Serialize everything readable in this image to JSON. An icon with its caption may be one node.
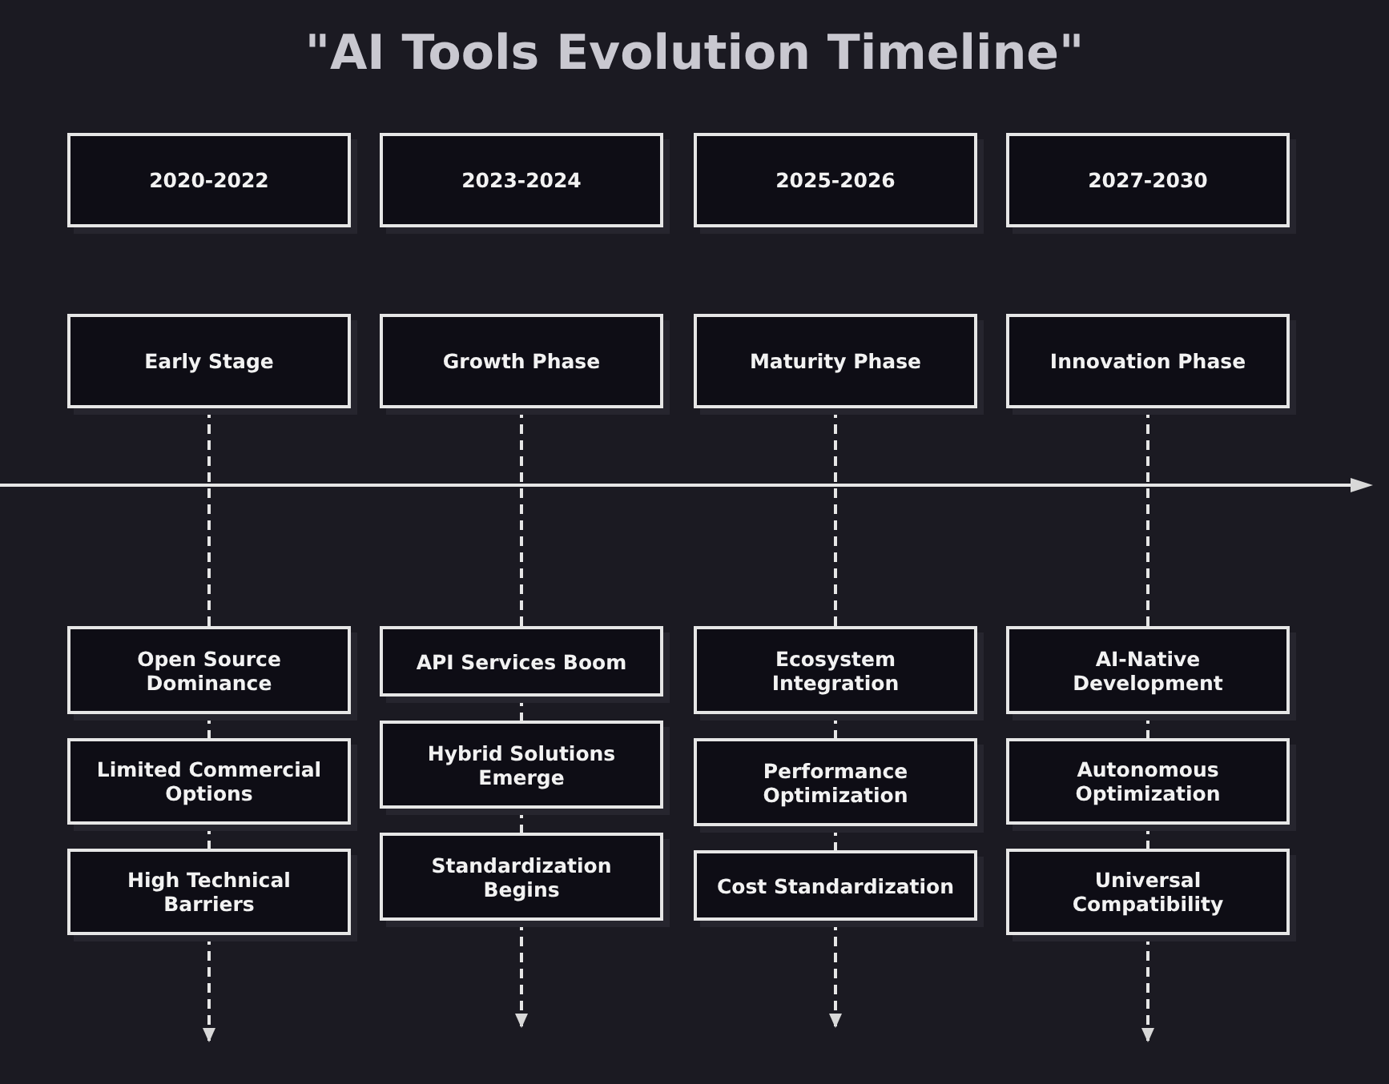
{
  "diagram": {
    "title": "\"AI Tools Evolution Timeline\"",
    "nodes": [
      {
        "text": [
          "2020-2022"
        ]
      },
      {
        "text": [
          "2023-2024"
        ]
      },
      {
        "text": [
          "2025-2026"
        ]
      },
      {
        "text": [
          "2027-2030"
        ]
      },
      {
        "text": [
          "Early Stage"
        ]
      },
      {
        "text": [
          "Growth Phase"
        ]
      },
      {
        "text": [
          "Maturity Phase"
        ]
      },
      {
        "text": [
          "Innovation Phase"
        ]
      },
      {
        "text": [
          "Open Source Dominance"
        ]
      },
      {
        "text": [
          "Limited Commercial Options"
        ]
      },
      {
        "text": [
          "High Technical Barriers"
        ]
      },
      {
        "text": [
          "API Services Boom"
        ]
      },
      {
        "text": [
          "Hybrid Solutions Emerge"
        ]
      },
      {
        "text": [
          "Standardization Begins"
        ]
      },
      {
        "text": [
          "Ecosystem Integration"
        ]
      },
      {
        "text": [
          "Performance Optimization"
        ]
      },
      {
        "text": [
          "Cost Standardization"
        ]
      },
      {
        "text": [
          "AI-Native Development"
        ]
      },
      {
        "text": [
          "Autonomous Optimization"
        ]
      },
      {
        "text": [
          "Universal Compatibility"
        ]
      }
    ],
    "edges": [
      {
        "from": 4,
        "to": 8,
        "arrow": "none"
      },
      {
        "from": 8,
        "to": 9,
        "arrow": "none"
      },
      {
        "from": 9,
        "to": 10,
        "arrow": "none"
      },
      {
        "from": 10,
        "to": null,
        "arrow": "to"
      },
      {
        "from": 5,
        "to": 11,
        "arrow": "none"
      },
      {
        "from": 11,
        "to": 12,
        "arrow": "none"
      },
      {
        "from": 12,
        "to": 13,
        "arrow": "none"
      },
      {
        "from": 13,
        "to": null,
        "arrow": "to"
      },
      {
        "from": 6,
        "to": 14,
        "arrow": "none"
      },
      {
        "from": 14,
        "to": 15,
        "arrow": "none"
      },
      {
        "from": 15,
        "to": 16,
        "arrow": "none"
      },
      {
        "from": 16,
        "to": null,
        "arrow": "to"
      },
      {
        "from": 7,
        "to": 17,
        "arrow": "none"
      },
      {
        "from": 17,
        "to": 18,
        "arrow": "none"
      },
      {
        "from": 18,
        "to": 19,
        "arrow": "none"
      },
      {
        "from": 19,
        "to": null,
        "arrow": "to"
      }
    ]
  }
}
